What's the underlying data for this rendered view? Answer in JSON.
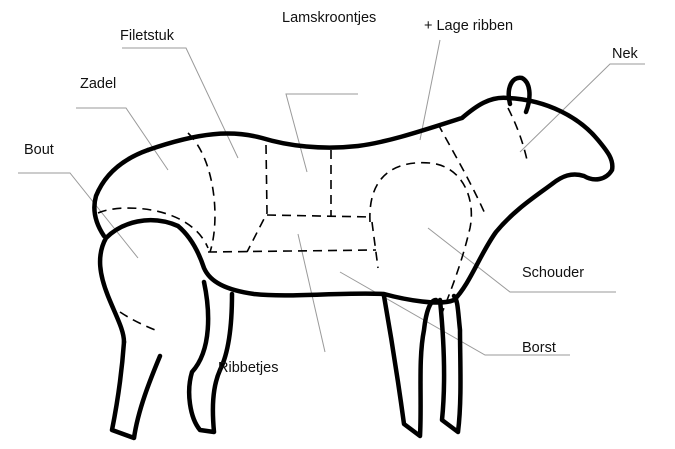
{
  "diagram": {
    "labels": {
      "filetstuk": "Filetstuk",
      "lamskroontjes": "Lamskroontjes",
      "lage_ribben": "+ Lage ribben",
      "zadel": "Zadel",
      "nek": "Nek",
      "bout": "Bout",
      "schouder": "Schouder",
      "ribbetjes": "Ribbetjes",
      "borst": "Borst"
    }
  }
}
